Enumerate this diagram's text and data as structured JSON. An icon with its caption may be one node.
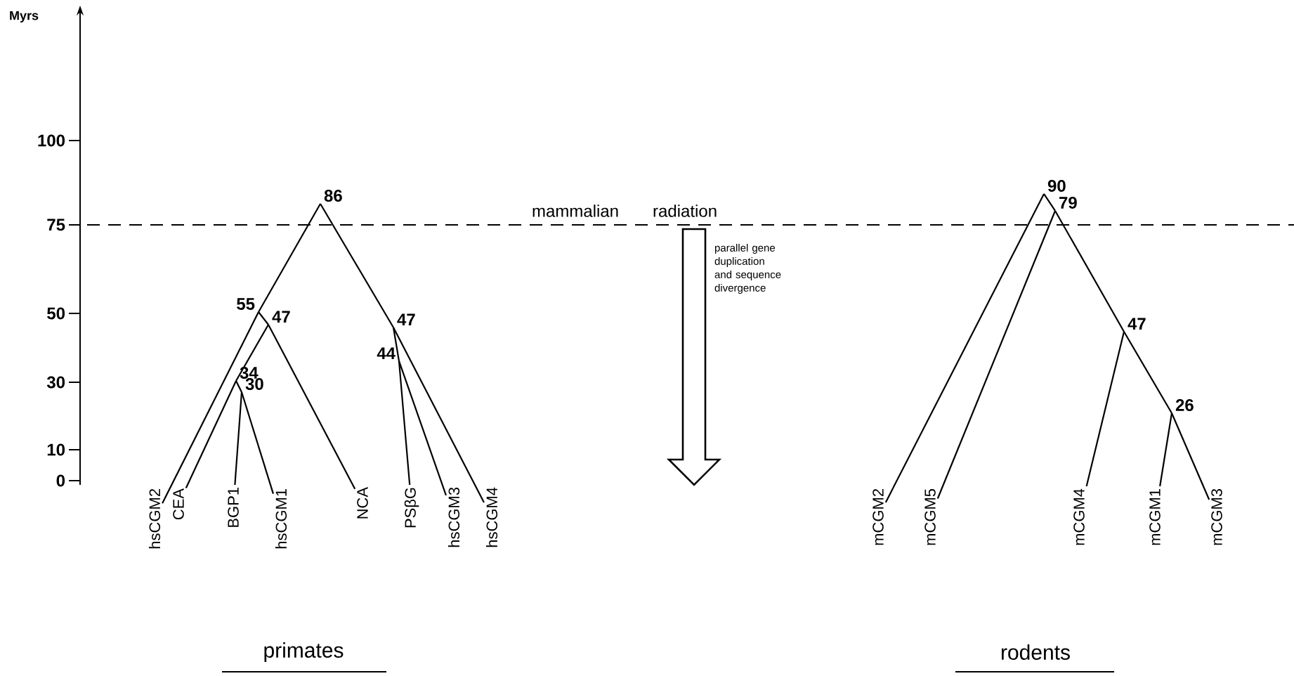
{
  "diagram": {
    "nodes": [
      {
        "text": [
          "86"
        ]
      },
      {
        "text": [
          "55"
        ]
      },
      {
        "text": [
          "47"
        ]
      },
      {
        "text": [
          "34"
        ]
      },
      {
        "text": [
          "30"
        ]
      },
      {
        "text": [
          "47"
        ]
      },
      {
        "text": [
          "44"
        ]
      },
      {
        "text": [
          "hsCGM2"
        ]
      },
      {
        "text": [
          "CEA"
        ]
      },
      {
        "text": [
          "BGP1"
        ]
      },
      {
        "text": [
          "hsCGM1"
        ]
      },
      {
        "text": [
          "NCA"
        ]
      },
      {
        "text": [
          "PSβG"
        ]
      },
      {
        "text": [
          "hsCGM3"
        ]
      },
      {
        "text": [
          "hsCGM4"
        ]
      },
      {
        "text": [
          "90"
        ]
      },
      {
        "text": [
          "79"
        ]
      },
      {
        "text": [
          "47"
        ]
      },
      {
        "text": [
          "26"
        ]
      },
      {
        "text": [
          "mCGM2"
        ]
      },
      {
        "text": [
          "mCGM5"
        ]
      },
      {
        "text": [
          "mCGM4"
        ]
      },
      {
        "text": [
          "mCGM1"
        ]
      },
      {
        "text": [
          "mCGM3"
        ]
      }
    ],
    "edges": [
      {
        "from": 0,
        "to": 1,
        "arrow": "none"
      },
      {
        "from": 1,
        "to": 7,
        "arrow": "none"
      },
      {
        "from": 1,
        "to": 2,
        "arrow": "none"
      },
      {
        "from": 2,
        "to": 3,
        "arrow": "none"
      },
      {
        "from": 3,
        "to": 8,
        "arrow": "none"
      },
      {
        "from": 3,
        "to": 4,
        "arrow": "none"
      },
      {
        "from": 4,
        "to": 9,
        "arrow": "none"
      },
      {
        "from": 4,
        "to": 10,
        "arrow": "none"
      },
      {
        "from": 2,
        "to": 11,
        "arrow": "none"
      },
      {
        "from": 0,
        "to": 5,
        "arrow": "none"
      },
      {
        "from": 5,
        "to": 6,
        "arrow": "none"
      },
      {
        "from": 6,
        "to": 12,
        "arrow": "none"
      },
      {
        "from": 6,
        "to": 13,
        "arrow": "none"
      },
      {
        "from": 5,
        "to": 14,
        "arrow": "none"
      },
      {
        "from": 15,
        "to": 19,
        "arrow": "none"
      },
      {
        "from": 15,
        "to": 16,
        "arrow": "none"
      },
      {
        "from": 16,
        "to": 20,
        "arrow": "none"
      },
      {
        "from": 16,
        "to": 17,
        "arrow": "none"
      },
      {
        "from": 17,
        "to": 21,
        "arrow": "none"
      },
      {
        "from": 17,
        "to": 18,
        "arrow": "none"
      },
      {
        "from": 18,
        "to": 22,
        "arrow": "none"
      },
      {
        "from": 18,
        "to": 23,
        "arrow": "none"
      }
    ],
    "labels": [
      "Myrs",
      "100",
      "75",
      "50",
      "30",
      "10",
      "0",
      "mammalian",
      "radiation",
      "parallel gene duplication and sequence divergence",
      "primates",
      "rodents"
    ]
  }
}
